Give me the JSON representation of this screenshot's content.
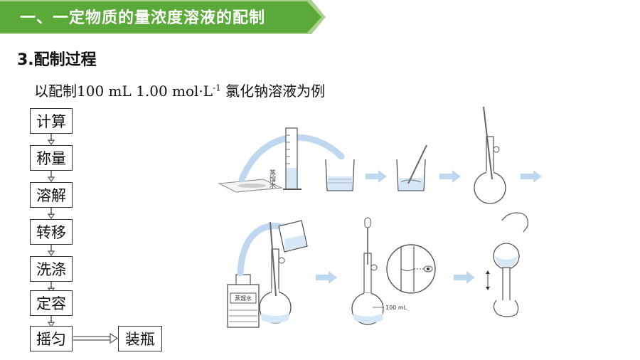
{
  "banner": {
    "title": "一、一定物质的量浓度溶液的配制",
    "color": "#5aaa3a",
    "tab_color": "#a8d08d"
  },
  "section": {
    "heading": "3.配制过程"
  },
  "intro": {
    "prefix": "以配制100 mL 1.00 mol·L",
    "superscript": "-1",
    "suffix": " 氯化钠溶液为例"
  },
  "steps": [
    {
      "label": "计算"
    },
    {
      "label": "称量"
    },
    {
      "label": "溶解"
    },
    {
      "label": "转移"
    },
    {
      "label": "洗涤"
    },
    {
      "label": "定容"
    },
    {
      "label": "摇匀"
    }
  ],
  "final_step": {
    "label": "装瓶"
  },
  "illustration": {
    "cylinder_label": "蒸馏水",
    "bottle_label": "蒸馏水",
    "flask_mark": "100 mL",
    "arrow_color": "#9cc3e6",
    "water_color": "#7fb2e0"
  }
}
